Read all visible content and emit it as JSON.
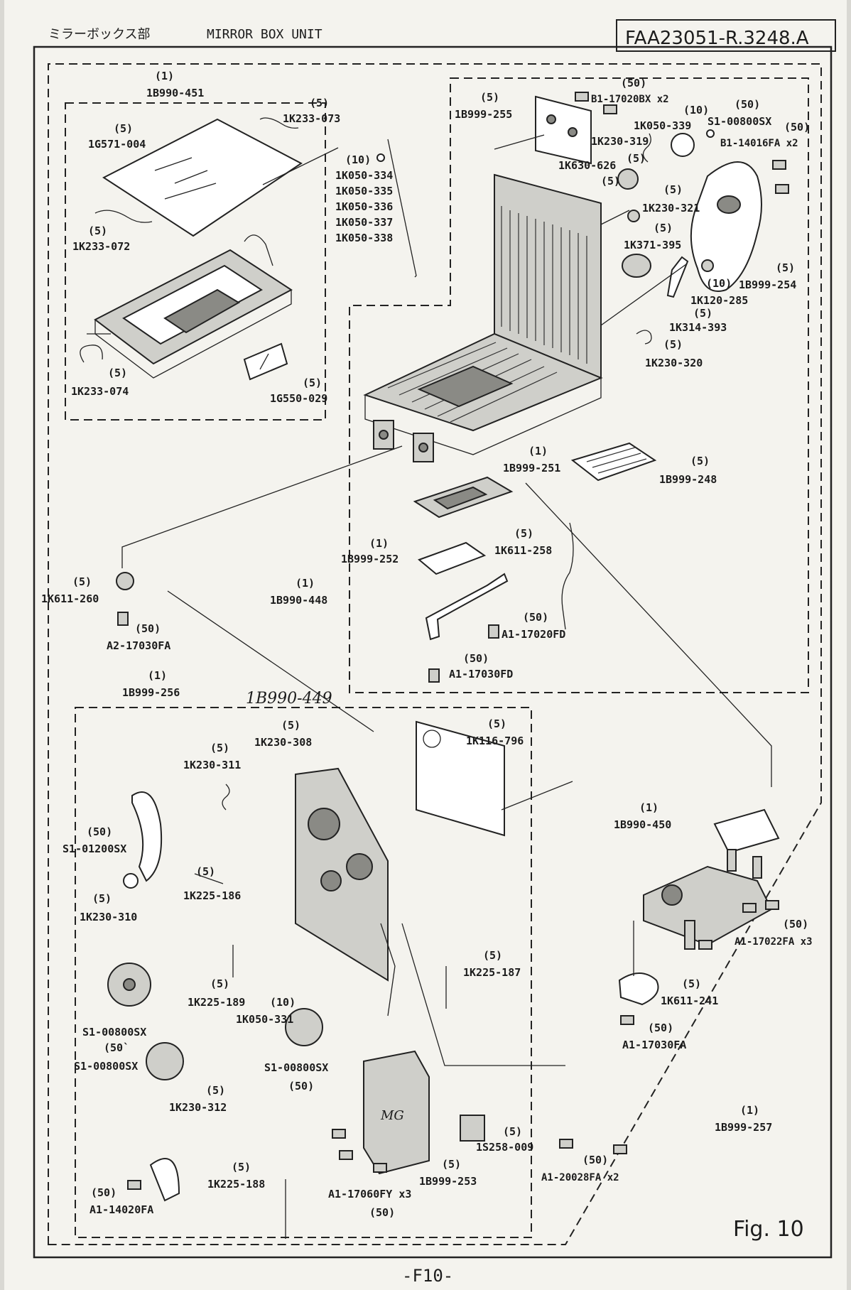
{
  "header": {
    "title_jp": "ミラーボックス部",
    "title_en": "MIRROR BOX UNIT",
    "doc_code": "FAA23051-R.3248.A"
  },
  "footer": {
    "figure": "Fig. 10",
    "page": "-F10-"
  },
  "handwritten": "1B990-449",
  "labels": {
    "a01_qty": "(1)",
    "a01_part": "1B990-451",
    "a02_qty": "(5)",
    "a02_part": "1K233-073",
    "a03_qty": "(5)",
    "a03_part": "1G571-004",
    "a04_qty": "(10)",
    "a04_p1": "1K050-334",
    "a04_p2": "1K050-335",
    "a04_p3": "1K050-336",
    "a04_p4": "1K050-337",
    "a04_p5": "1K050-338",
    "a05_qty": "(5)",
    "a05_part": "1K233-072",
    "a06_qty": "(5)",
    "a06_part": "1K233-074",
    "a07_qty": "(5)",
    "a07_part": "1G550-029",
    "b01_qty": "(5)",
    "b01_part": "1B999-255",
    "b02_qty": "(50)",
    "b02_part": "B1-17020BX x2",
    "b03_qty": "(10)",
    "b03_part": "1K050-339",
    "b04_qty": "(50)",
    "b04_part": "S1-00800SX",
    "b05_qty": "(50)",
    "b05_part": "B1-14016FA x2",
    "b06_part": "1K230-319",
    "b06_qty": "(5)",
    "b07_part": "1K630-626",
    "b07_qty": "(5)",
    "b08_qty": "(5)",
    "b08_part": "1K230-321",
    "b09_qty": "(5)",
    "b09_part": "1K371-395",
    "b10_qty": "(10)",
    "b10_part": "1K120-285",
    "b11_qty": "(5)",
    "b11_part": "1K314-393",
    "b12_qty": "(5)",
    "b12_part": "1K230-320",
    "b13_qty": "(5)",
    "b13_part": "1B999-254",
    "c01_qty": "(1)",
    "c01_part": "1B999-251",
    "c02_qty": "(5)",
    "c02_part": "1B999-248",
    "c03_qty": "(1)",
    "c03_part": "1B999-252",
    "c04_qty": "(5)",
    "c04_part": "1K611-258",
    "c05_qty": "(1)",
    "c05_part": "1B990-448",
    "c06_qty": "(5)",
    "c06_part": "1K611-260",
    "c07_qty": "(50)",
    "c07_part": "A2-17030FA",
    "c08_qty": "(50)",
    "c08_part": "A1-17020FD",
    "c09_qty": "(50)",
    "c09_part": "A1-17030FD",
    "c10_qty": "(1)",
    "c10_part": "1B999-256",
    "d01_qty": "(5)",
    "d01_part": "1K230-308",
    "d02_qty": "(5)",
    "d02_part": "1K116-796",
    "d03_qty": "(5)",
    "d03_part": "1K230-311",
    "d04_qty": "(50)",
    "d04_part": "S1-01200SX",
    "d05_qty": "(5)",
    "d05_part": "1K225-186",
    "d06_qty": "(5)",
    "d06_part": "1K230-310",
    "d07_qty": "(5)",
    "d07_part": "1K225-187",
    "d08_qty": "(5)",
    "d08_part": "1K225-189",
    "d09_qty": "(10)",
    "d09_part": "1K050-331",
    "d10_part": "S1-00800SX",
    "d10_qty": "(50`",
    "d11_part": "S1-00800SX",
    "d12_part": "S1-00800SX",
    "d12_qty": "(50)",
    "d13_qty": "(5)",
    "d13_part": "1K230-312",
    "d14_qty": "(5)",
    "d14_part": "1K225-188",
    "d15_qty": "(50)",
    "d15_part": "A1-14020FA",
    "d16_qty": "(5)",
    "d16_part": "1B999-253",
    "d17_part": "A1-17060FY x3",
    "d17_qty": "(50)",
    "d18_qty": "(5)",
    "d18_part": "1S258-009",
    "d19_qty": "(50)",
    "d19_part": "A1-20028FA x2",
    "e01_qty": "(1)",
    "e01_part": "1B990-450",
    "e02_qty": "(50)",
    "e02_part": "A1-17022FA x3",
    "e03_qty": "(5)",
    "e03_part": "1K611-241",
    "e04_qty": "(50)",
    "e04_part": "A1-17030FA",
    "e05_qty": "(1)",
    "e05_part": "1B999-257"
  }
}
